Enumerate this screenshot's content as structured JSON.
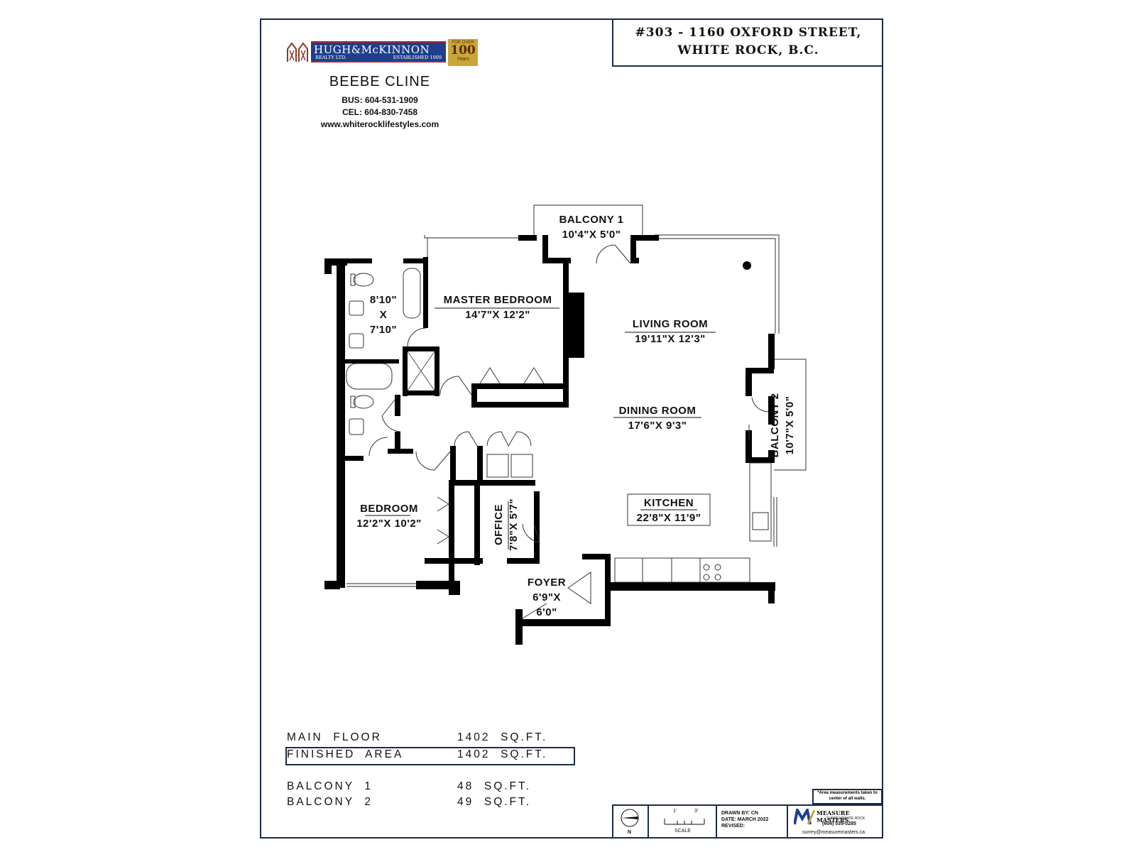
{
  "header": {
    "address_line1": "#303 - 1160 OXFORD STREET,",
    "address_line2": "WHITE ROCK, B.C."
  },
  "realtor": {
    "brand_name": "HUGH&McKINNON",
    "brand_sub_left": "REALTY LTD.",
    "brand_sub_right": "ESTABLISHED 1909",
    "badge_top": "FOR OVER",
    "badge_number": "100",
    "badge_bottom": "Years",
    "agent_name": "BEEBE CLINE",
    "bus": "BUS:  604-531-1909",
    "cel": "CEL:  604-830-7458",
    "website": "www.whiterocklifestyles.com"
  },
  "rooms": {
    "balcony1_name": "BALCONY 1",
    "balcony1_dim": "10'4\"X  5'0\"",
    "master_name": "MASTER BEDROOM",
    "master_dim": "14'7\"X  12'2\"",
    "ensuite_dim1": "8'10\"",
    "ensuite_x": "X",
    "ensuite_dim2": "7'10\"",
    "living_name": "LIVING ROOM",
    "living_dim": "19'11\"X  12'3\"",
    "dining_name": "DINING ROOM",
    "dining_dim": "17'6\"X  9'3\"",
    "balcony2_name": "BALCONY 2",
    "balcony2_dim": "10'7\"X  5'0\"",
    "kitchen_name": "KITCHEN",
    "kitchen_dim": "22'8\"X  11'9\"",
    "bedroom_name": "BEDROOM",
    "bedroom_dim": "12'2\"X  10'2\"",
    "office_name": "OFFICE",
    "office_dim": "7'8\"X  5'7\"",
    "foyer_name": "FOYER",
    "foyer_dim1": "6'9\"X",
    "foyer_dim2": "6'0\""
  },
  "areas": {
    "main_label": "MAIN  FLOOR",
    "main_value": "1402  SQ.FT.",
    "finished_label": "FINISHED  AREA",
    "finished_value": "1402  SQ.FT.",
    "balc1_label": "BALCONY  1",
    "balc1_value": "48  SQ.FT.",
    "balc2_label": "BALCONY  2",
    "balc2_value": "49  SQ.FT."
  },
  "titleblock": {
    "north": "N",
    "scale_1": "1'",
    "scale_3": "3'",
    "scale_label": "SCALE",
    "drawn_by": "DRAWN BY:  CN",
    "date": "DATE:  MARCH 2022",
    "revised": "REVISED:",
    "company": "MEASURE MASTERS",
    "company_sub": "SURREY/WHITE ROCK",
    "phone": "(604) 539-0285",
    "email": "surrey@measuremasters.ca",
    "note": "*Area measurements taken to center of all walls."
  },
  "colors": {
    "frame": "#1c2a4a",
    "wall": "#000000",
    "brand_blue": "#1f3f8c",
    "brand_gold": "#caa63a"
  }
}
